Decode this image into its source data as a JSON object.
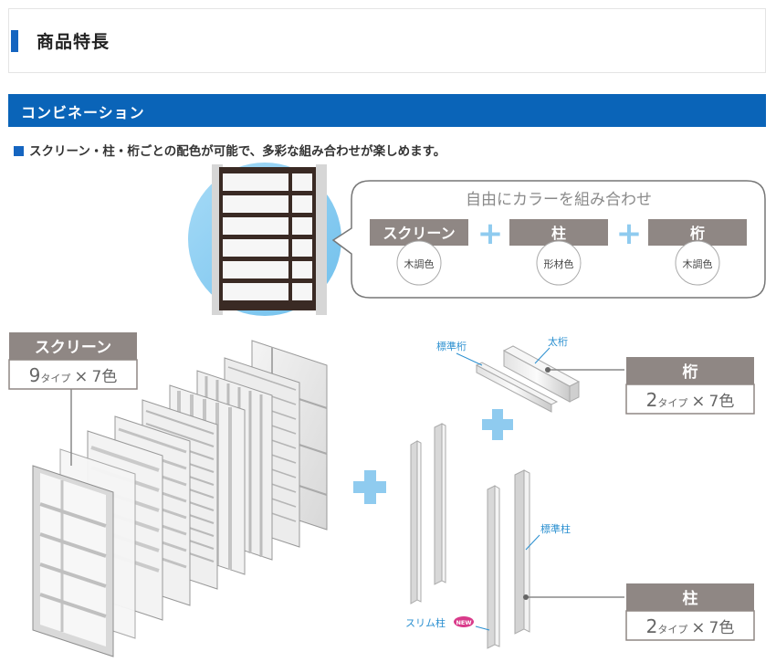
{
  "header": {
    "title": "商品特長"
  },
  "section": {
    "title": "コンビネーション",
    "feature": "スクリーン・柱・桁ごとの配色が可能で、多彩な組み合わせが楽しめます。"
  },
  "bubble": {
    "title": "自由にカラーを組み合わせ",
    "plus": "+",
    "parts": [
      {
        "label": "スクリーン",
        "color": "木調色"
      },
      {
        "label": "柱",
        "color": "形材色"
      },
      {
        "label": "桁",
        "color": "木調色"
      }
    ]
  },
  "labels": {
    "screen": {
      "title": "スクリーン",
      "count": "9",
      "type_unit": "タイプ",
      "times": "×",
      "colors": "7色"
    },
    "girder": {
      "title": "桁",
      "count": "2",
      "type_unit": "タイプ",
      "times": "×",
      "colors": "7色"
    },
    "pillar": {
      "title": "柱",
      "count": "2",
      "type_unit": "タイプ",
      "times": "×",
      "colors": "7色"
    }
  },
  "callouts": {
    "standard_girder": "標準桁",
    "thick_girder": "太桁",
    "standard_pillar": "標準柱",
    "slim_pillar": "スリム柱",
    "new_badge": "NEW"
  },
  "colors": {
    "brand_blue": "#0a64b8",
    "label_gray": "#8f8784",
    "plus_blue": "#8fcbef",
    "callout_text": "#2a8fd0"
  }
}
